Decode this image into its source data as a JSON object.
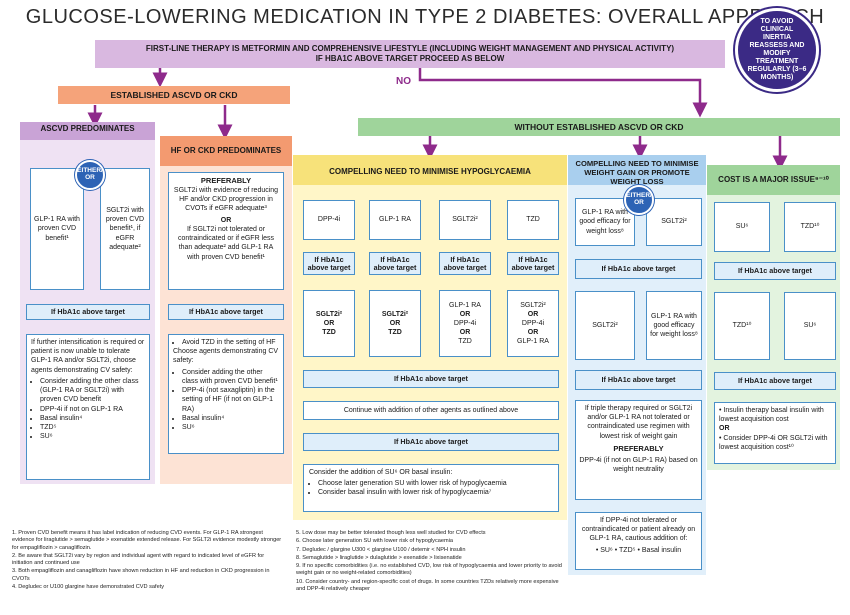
{
  "title": "GLUCOSE-LOWERING MEDICATION IN TYPE 2 DIABETES: OVERALL APPROACH",
  "first_line": {
    "line1": "FIRST-LINE THERAPY IS METFORMIN AND COMPREHENSIVE LIFESTYLE (INCLUDING WEIGHT MANAGEMENT AND PHYSICAL ACTIVITY)",
    "line2": "IF HbA1c ABOVE TARGET PROCEED AS BELOW"
  },
  "reassess": "TO AVOID CLINICAL INERTIA REASSESS AND MODIFY TREATMENT REGULARLY (3–6 MONTHS)",
  "no_label": "NO",
  "established": "ESTABLISHED ASCVD OR CKD",
  "without": "WITHOUT ESTABLISHED ASCVD OR CKD",
  "either_or": "EITHER/ OR",
  "ascvd": {
    "header": "ASCVD PREDOMINATES",
    "opt1": "GLP-1 RA with proven CVD benefit¹",
    "opt2": "SGLT2i with proven CVD benefit¹, if eGFR adequate²",
    "hba": "If HbA1c above target",
    "text": "If further intensification is required or patient is now unable to tolerate GLP-1 RA and/or SGLT2i, choose agents demonstrating CV safety:",
    "items": [
      "Consider adding the other class (GLP-1 RA or SGLT2i) with proven CVD benefit",
      "DPP-4i if not on GLP-1 RA",
      "Basal insulin⁴",
      "TZD⁵",
      "SU⁶"
    ]
  },
  "hf": {
    "header": "HF OR CKD PREDOMINATES",
    "preferably": "PREFERABLY",
    "pref_text": "SGLT2i with evidence of reducing HF and/or CKD progression in CVOTs if eGFR adequate³",
    "or": "OR",
    "alt_text": "If SGLT2i not tolerated or contraindicated or if eGFR less than adequate² add GLP-1 RA with proven CVD benefit¹",
    "hba": "If HbA1c above target",
    "items_top": [
      "Avoid TZD in the setting of HF"
    ],
    "mid_text": "Choose agents demonstrating CV safety:",
    "items": [
      "Consider adding the other class with proven CVD benefit¹",
      "DPP-4i (not saxagliptin) in the setting of HF (if not on GLP-1 RA)",
      "Basal insulin⁴",
      "SU⁶"
    ]
  },
  "hypo": {
    "header": "COMPELLING NEED TO MINIMISE HYPOGLYCAEMIA",
    "drugs": [
      "DPP-4i",
      "GLP-1 RA",
      "SGLT2i²",
      "TZD"
    ],
    "hba": "If HbA1c above target",
    "second": [
      {
        "a": "SGLT2i²",
        "b": "OR",
        "c": "TZD"
      },
      {
        "a": "SGLT2i²",
        "b": "OR",
        "c": "TZD"
      },
      {
        "a": "GLP-1 RA",
        "b": "OR",
        "c": "DPP-4i",
        "d": "OR",
        "e": "TZD"
      },
      {
        "a": "SGLT2i²",
        "b": "OR",
        "c": "DPP-4i",
        "d": "OR",
        "e": "GLP-1 RA"
      }
    ],
    "hba_wide": "If HbA1c above target",
    "continue": "Continue with addition of other agents as outlined above",
    "hba_wide2": "If HbA1c above target",
    "consider": "Consider the addition of SU⁶ OR basal insulin:",
    "consider_items": [
      "Choose later generation SU with lower risk of hypoglycaemia",
      "Consider basal insulin with lower risk of hypoglycaemia⁷"
    ]
  },
  "weight": {
    "header": "COMPELLING NEED TO MINIMISE WEIGHT GAIN OR PROMOTE WEIGHT LOSS",
    "opt1": "GLP-1 RA with good efficacy for weight loss⁸",
    "opt2": "SGLT2i²",
    "hba": "If HbA1c above target",
    "second1": "SGLT2i²",
    "second2": "GLP-1 RA with good efficacy for weight loss⁸",
    "hba2": "If HbA1c above target",
    "triple": "If triple therapy required or SGLT2i and/or GLP-1 RA not tolerated or contraindicated use regimen with lowest risk of weight gain",
    "preferably": "PREFERABLY",
    "dpp": "DPP-4i (if not on GLP-1 RA) based on weight neutrality",
    "last": "If DPP-4i not tolerated or contraindicated or patient already on GLP-1 RA, cautious addition of:",
    "last_items": "• SU⁶ • TZD⁵ • Basal insulin"
  },
  "cost": {
    "header": "COST IS A MAJOR ISSUE⁹⁻¹⁰",
    "opt1": "SU⁶",
    "opt2": "TZD¹⁰",
    "hba": "If HbA1c above target",
    "second1": "TZD¹⁰",
    "second2": "SU⁶",
    "hba2": "If HbA1c above target",
    "item1": "Insulin therapy basal insulin with lowest acquisition cost",
    "or": "OR",
    "item2": "Consider DPP-4i OR SGLT2i with lowest acquisition cost¹⁰"
  },
  "footnotes_left": [
    "1. Proven CVD benefit means it has label indication of reducing CVD events. For GLP-1 RA strongest evidence for liraglutide > semaglutide > exenatide extended release. For SGLT2i evidence modestly stronger for empagliflozin > canagliflozin.",
    "2. Be aware that SGLT2i vary by region and individual agent with regard to indicated level of eGFR for initiation and continued use",
    "3. Both empagliflozin and canagliflozin have shown reduction in HF and reduction in CKD progression in CVOTs",
    "4. Degludec or U100 glargine have demonstrated CVD safety"
  ],
  "footnotes_right": [
    "5. Low dose may be better tolerated though less well studied for CVD effects",
    "6. Choose later generation SU with lower risk of hypoglycaemia",
    "7. Degludec / glargine U300 < glargine U100 / detemir < NPH insulin",
    "8. Semaglutide > liraglutide > dulaglutide > exenatide > lixisenatide",
    "9. If no specific comorbidities (i.e. no established CVD, low risk of hypoglycaemia and lower priority to avoid weight gain or no weight-related comorbidities)",
    "10. Consider country- and region-specific cost of drugs. In some countries TZDs relatively more expensive and DPP-4i relatively cheaper"
  ],
  "colors": {
    "purple_band": "#d9b8e0",
    "orange_band": "#f5a37a",
    "green_band": "#9fd49b",
    "ascvd_panel": "#efe2f3",
    "hf_panel": "#fde3d5",
    "hypo_panel": "#fff6c8",
    "weight_panel": "#e1effa",
    "cost_panel": "#e3f3df",
    "arrow": "#8e2a8b",
    "blue_arrow": "#2d6fb5"
  }
}
